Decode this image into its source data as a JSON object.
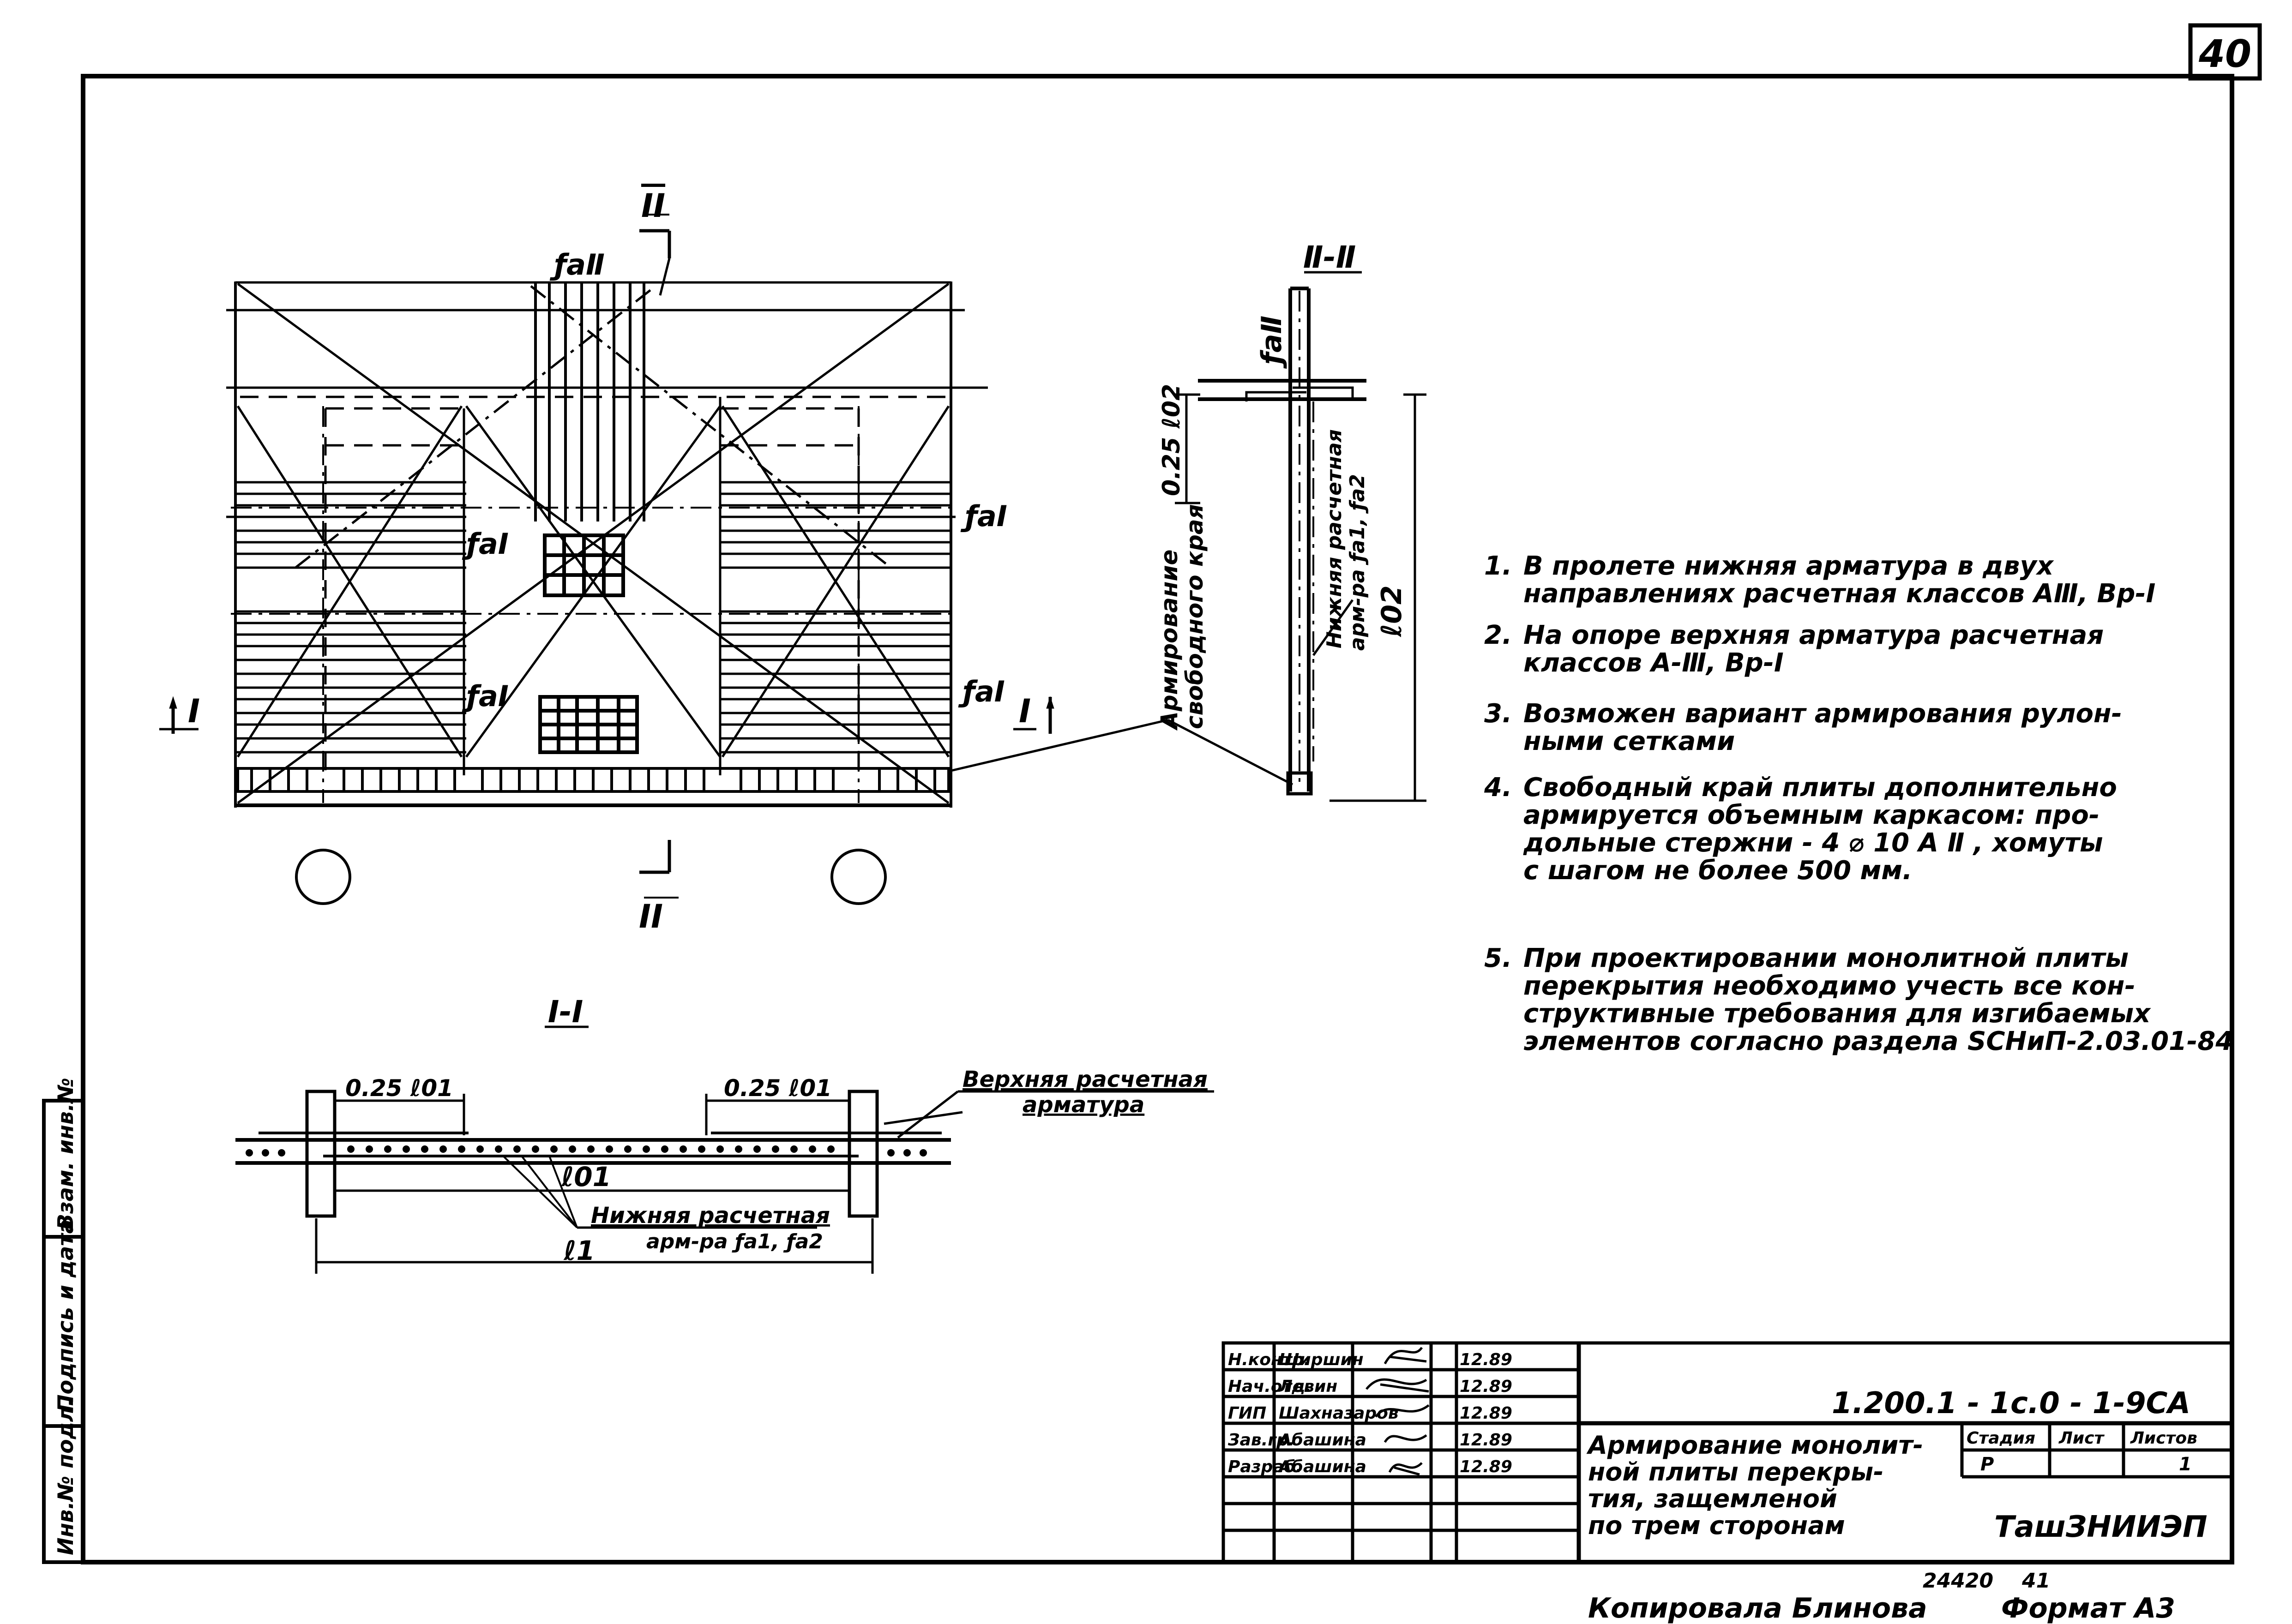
{
  "sheet_number": "40",
  "plan_view": {
    "section_mark_left": "I",
    "section_mark_right": "I",
    "section_mark_top": "II",
    "section_mark_bottom": "II",
    "label_top": "ƒaⅡ",
    "label_right_upper": "ƒaI",
    "label_left_upper": "ƒaI",
    "label_left_lower": "ƒaI",
    "label_right_lower": "ƒaI"
  },
  "section_ii": {
    "title": "Ⅱ-Ⅱ",
    "label_top_rebar": "ƒaⅡ",
    "label_025": "0.25 ℓ02",
    "label_l02": "ℓ02",
    "label_bottom_rebar_1": "Нижняя расчетная",
    "label_bottom_rebar_2": "арм-ра ƒa1, ƒa2",
    "label_free_edge_1": "Армирование",
    "label_free_edge_2": "свободного края"
  },
  "section_i": {
    "title": "I-I",
    "dim_left": "0.25 ℓ01",
    "dim_right": "0.25 ℓ01",
    "top_rebar_1": "Верхняя расчетная",
    "top_rebar_2": "арматура",
    "label_l01": "ℓ01",
    "bottom_rebar_1": "Нижняя расчетная",
    "bottom_rebar_2": "арм-ра ƒa1, ƒa2",
    "label_l1": "ℓ1"
  },
  "notes": [
    {
      "num": "1.",
      "lines": [
        "В пролете нижняя арматура в двух",
        "направлениях расчетная классов AⅢ, Bp-I"
      ]
    },
    {
      "num": "2.",
      "lines": [
        "На опоре верхняя арматура расчетная",
        "классов A-Ⅲ, Bp-I"
      ]
    },
    {
      "num": "3.",
      "lines": [
        "Возможен вариант армирования рулон-",
        "ными сетками"
      ]
    },
    {
      "num": "4.",
      "lines": [
        "Свободный край плиты дополнительно",
        "армируется объемным каркасом: про-",
        "дольные стержни - 4 ⌀ 10 A Ⅱ , хомуты",
        "с шагом не более 500 мм."
      ]
    },
    {
      "num": "5.",
      "lines": [
        "При проектировании монолитной плиты",
        "перекрытия необходимо учесть все кон-",
        "структивные требования для изгибаемых",
        "элементов согласно раздела SCHиП-2.03.01-84"
      ]
    }
  ],
  "stamp": {
    "code": "1.200.1 - 1с.0 - 1-9СА",
    "title": [
      "Армирование монолит-",
      "ной плиты перекры-",
      "тия, защемленой",
      "по трем сторонам"
    ],
    "rows": [
      {
        "role": "Н.контр.",
        "name": "Ширшин",
        "date": "12.89"
      },
      {
        "role": "Нач.отд.",
        "name": "Левин",
        "date": "12.89"
      },
      {
        "role": "ГИП",
        "name": "Шахназаров",
        "date": "12.89"
      },
      {
        "role": "Зав.гр.",
        "name": "Абашина",
        "date": "12.89"
      },
      {
        "role": "Разраб.",
        "name": "Абашина",
        "date": "12.89"
      }
    ],
    "stage_header": "Стадия",
    "sheet_header": "Лист",
    "sheets_header": "Листов",
    "stage_value": "Р",
    "sheets_value": "1",
    "organization": "ТашЗНИИЭП"
  },
  "side_stamp": {
    "cells": [
      "Инв.№ подл.",
      "Подпись и дата",
      "Взам. инв.№"
    ]
  },
  "bottom": {
    "archive_number": "24420",
    "archive_suffix": "41",
    "copied_by": "Копировала Блинова",
    "format": "Формат А3"
  }
}
